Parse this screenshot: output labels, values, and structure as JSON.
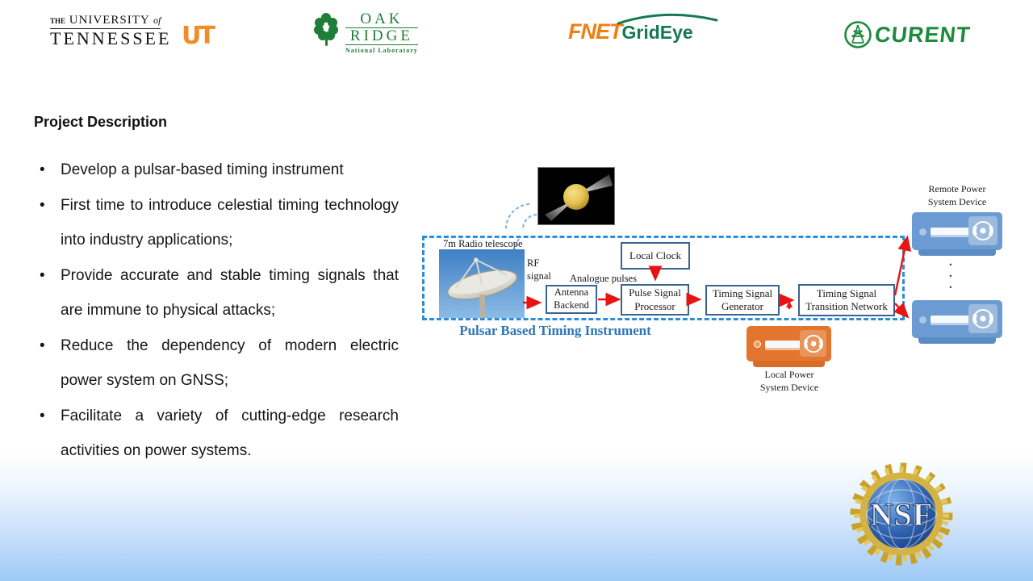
{
  "logos": {
    "ut": {
      "the": "THE",
      "university": "UNIVERSITY",
      "of": "of",
      "tennessee": "TENNESSEE",
      "monogram": "UT"
    },
    "ornl": {
      "line1": "OAK",
      "line2": "RIDGE",
      "subtitle": "National Laboratory"
    },
    "fnet": {
      "fnet": "FNET",
      "grideye": "GridEye"
    },
    "curent": {
      "name": "CURENT"
    }
  },
  "header": {
    "title": "Project Description"
  },
  "bullets": [
    "Develop a pulsar-based timing instrument",
    "First time to introduce celestial timing technology into industry applications;",
    "Provide accurate and stable timing signals that are immune to physical attacks;",
    "Reduce the dependency of modern electric power system on GNSS;",
    "Facilitate a variety of cutting-edge research activities on power systems."
  ],
  "diagram": {
    "telescope_label": "7m Radio telescope",
    "rf_signal": "RF\nsignal",
    "analogue_pulses": "Analogue pulses",
    "boxes": {
      "clock": "Local Clock",
      "antenna": "Antenna Backend",
      "processor": "Pulse Signal Processor",
      "generator": "Timing Signal Generator",
      "transition": "Timing Signal Transition Network"
    },
    "caption": "Pulsar Based Timing Instrument",
    "remote_label": "Remote Power\nSystem Device",
    "local_label": "Local Power\nSystem Device",
    "ellipsis": ".\n.\n."
  },
  "nsf": {
    "acronym": "NSF"
  },
  "colors": {
    "arrow_red": "#e81414",
    "dashed_blue": "#2d8ddb",
    "caption_blue": "#2e75b6",
    "box_border": "#3a6391",
    "device_blue": "#6b9bd2",
    "device_orange": "#e2762f",
    "ut_orange": "#f28c28",
    "ornl_green": "#1e7d38",
    "fnet_orange": "#f07f13",
    "grideye_green": "#157a50",
    "curent_green": "#1e8a3c",
    "nsf_gold": "#d4b244",
    "background_bottom": "#9ecaf6"
  }
}
